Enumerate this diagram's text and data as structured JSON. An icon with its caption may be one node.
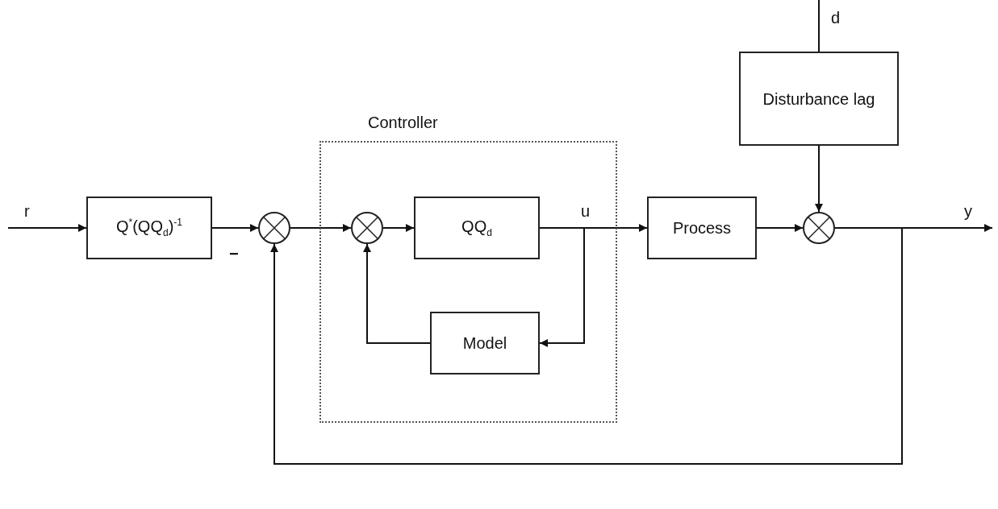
{
  "diagram": {
    "nodes": [
      {
        "text": [
          "Q$^{*}$(QQ$_{d}$)$^{-1}$"
        ]
      },
      {
        "text": [],
        "shape": "circle",
        "beside": [
          "−"
        ]
      },
      {
        "text": [
          "Controller"
        ]
      },
      {
        "text": [],
        "shape": "circle",
        "in": 2
      },
      {
        "text": [
          "QQ$_{d}$"
        ],
        "in": 2
      },
      {
        "text": [
          "Model"
        ],
        "in": 2
      },
      {
        "text": [
          "Process"
        ]
      },
      {
        "text": [
          "Disturbance lag"
        ]
      },
      {
        "text": [],
        "shape": "circle"
      }
    ],
    "edges": [
      {
        "from": null,
        "to": 0,
        "arrow": "to",
        "label": "r"
      },
      {
        "from": 0,
        "to": 1,
        "arrow": "to"
      },
      {
        "from": 1,
        "to": 3,
        "arrow": "to"
      },
      {
        "from": 3,
        "to": 4,
        "arrow": "to"
      },
      {
        "from": 4,
        "to": 6,
        "arrow": "to",
        "label": "u"
      },
      {
        "from": 4,
        "to": 5,
        "arrow": "to"
      },
      {
        "from": 5,
        "to": 3,
        "arrow": "to"
      },
      {
        "from": null,
        "to": 7,
        "arrow": "none",
        "label": "d"
      },
      {
        "from": 7,
        "to": 8,
        "arrow": "to"
      },
      {
        "from": 6,
        "to": 8,
        "arrow": "to"
      },
      {
        "from": 8,
        "to": null,
        "arrow": "to",
        "label": "y"
      },
      {
        "from": 8,
        "to": 1,
        "arrow": "to"
      }
    ]
  }
}
